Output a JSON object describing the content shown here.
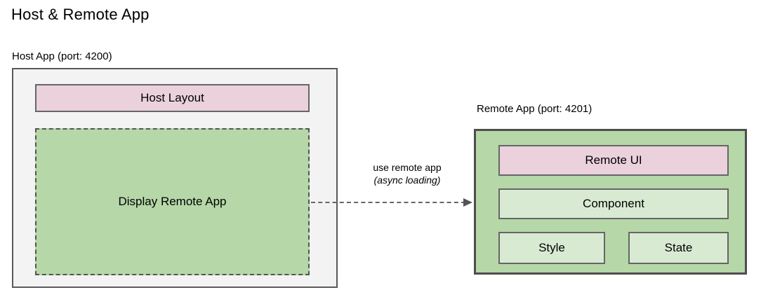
{
  "title": "Host & Remote App",
  "host_app": {
    "label": "Host App (port: 4200)",
    "host_layout": "Host Layout",
    "display_remote_app": "Display Remote App"
  },
  "connection": {
    "label_line1": "use remote app",
    "label_line2": "(async loading)"
  },
  "remote_app": {
    "label": "Remote App (port: 4201)",
    "remote_ui": "Remote UI",
    "component": "Component",
    "style": "Style",
    "state": "State"
  },
  "colors": {
    "background": "#ffffff",
    "text": "#000000",
    "pink": "#ead1dc",
    "green_medium": "#b6d7a8",
    "green_light": "#d9ead3",
    "host_bg": "#f3f3f3",
    "host_border": "#595959",
    "remote_border": "#4d4d4d",
    "inner_border": "#666666",
    "dashed_border": "#545454",
    "arrow": "#666666"
  }
}
